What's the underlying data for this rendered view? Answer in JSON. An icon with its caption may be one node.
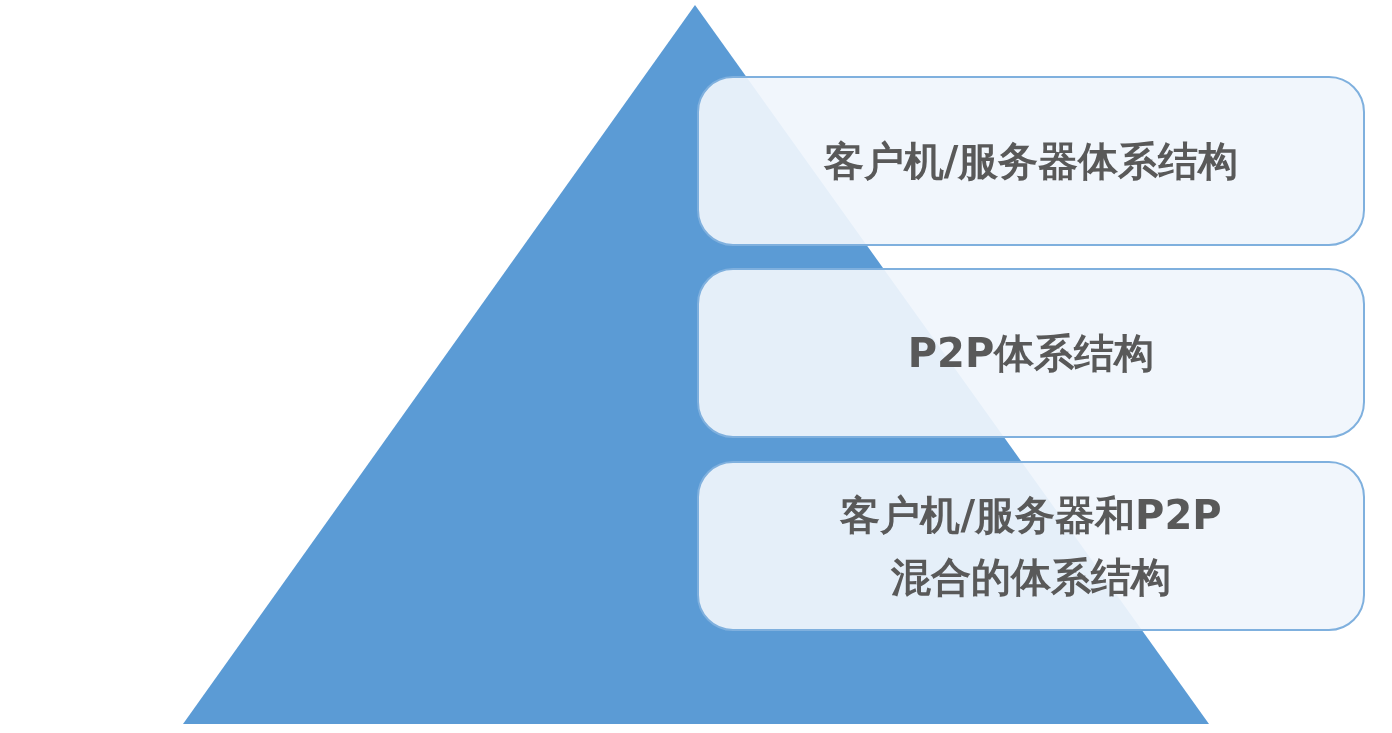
{
  "diagram": {
    "nodes": [
      {
        "text": [
          "客户机/服务器体系结构"
        ]
      },
      {
        "text": [
          "P2P体系结构"
        ]
      },
      {
        "text": [
          "客户机/服务器和P2P混合的体系结构"
        ]
      }
    ]
  }
}
